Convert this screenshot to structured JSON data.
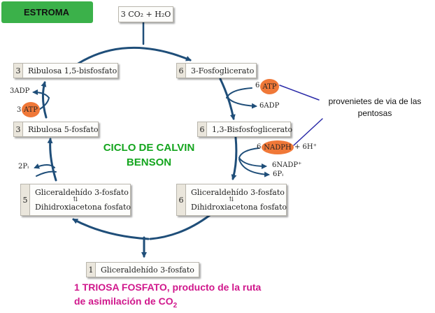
{
  "header": {
    "label": "ESTROMA"
  },
  "input": {
    "formula": "3 CO₂ + H₂O"
  },
  "boxes": {
    "ribulose_bp": {
      "num": "3",
      "label": "Ribulosa 1,5-bisfosfato"
    },
    "phosphoglycerate": {
      "num": "6",
      "label": "3-Fosfoglicerato"
    },
    "ribulose_5p": {
      "num": "3",
      "label": "Ribulosa 5-fosfato"
    },
    "bisphosphoglycerate": {
      "num": "6",
      "label": "1,3-Bisfosfoglicerato"
    },
    "gap_left": {
      "num": "5",
      "line1": "Gliceraldehído 3-fosfato",
      "line2": "Dihidroxiacetona fosfato"
    },
    "gap_right": {
      "num": "6",
      "line1": "Gliceraldehído 3-fosfato",
      "line2": "Dihidroxiacetona fosfato"
    },
    "output": {
      "num": "1",
      "label": "Gliceraldehído 3-fosfato"
    }
  },
  "equilibrium_symbol": "⇅",
  "cofactors": {
    "adp3": "3ADP",
    "atp3_coef": "3",
    "atp3": "ATP",
    "pi2": "2Pᵢ",
    "atp6_coef": "6",
    "atp6": "ATP",
    "adp6": "6ADP",
    "nadph_coef": "6",
    "nadph": "NADPH",
    "h6": "+ 6H⁺",
    "nadp6": "6NADP⁺",
    "pi6": "6Pᵢ"
  },
  "cycle_title": {
    "line1": "CICLO DE CALVIN",
    "line2": "BENSON"
  },
  "note": {
    "line1": "provenietes de via de las",
    "line2": "pentosas"
  },
  "caption": {
    "line1": "1 TRIOSA FOSFATO, producto de la ruta",
    "line2_main": "de asimilación de CO",
    "line2_sub": "2"
  },
  "colors": {
    "header_green": "#3bb14a",
    "arrow_blue": "#1f4e79",
    "atp_orange": "#f07838",
    "title_green": "#14a51e",
    "caption_magenta": "#d0188c",
    "pointer_blue": "#2a2aa8"
  }
}
